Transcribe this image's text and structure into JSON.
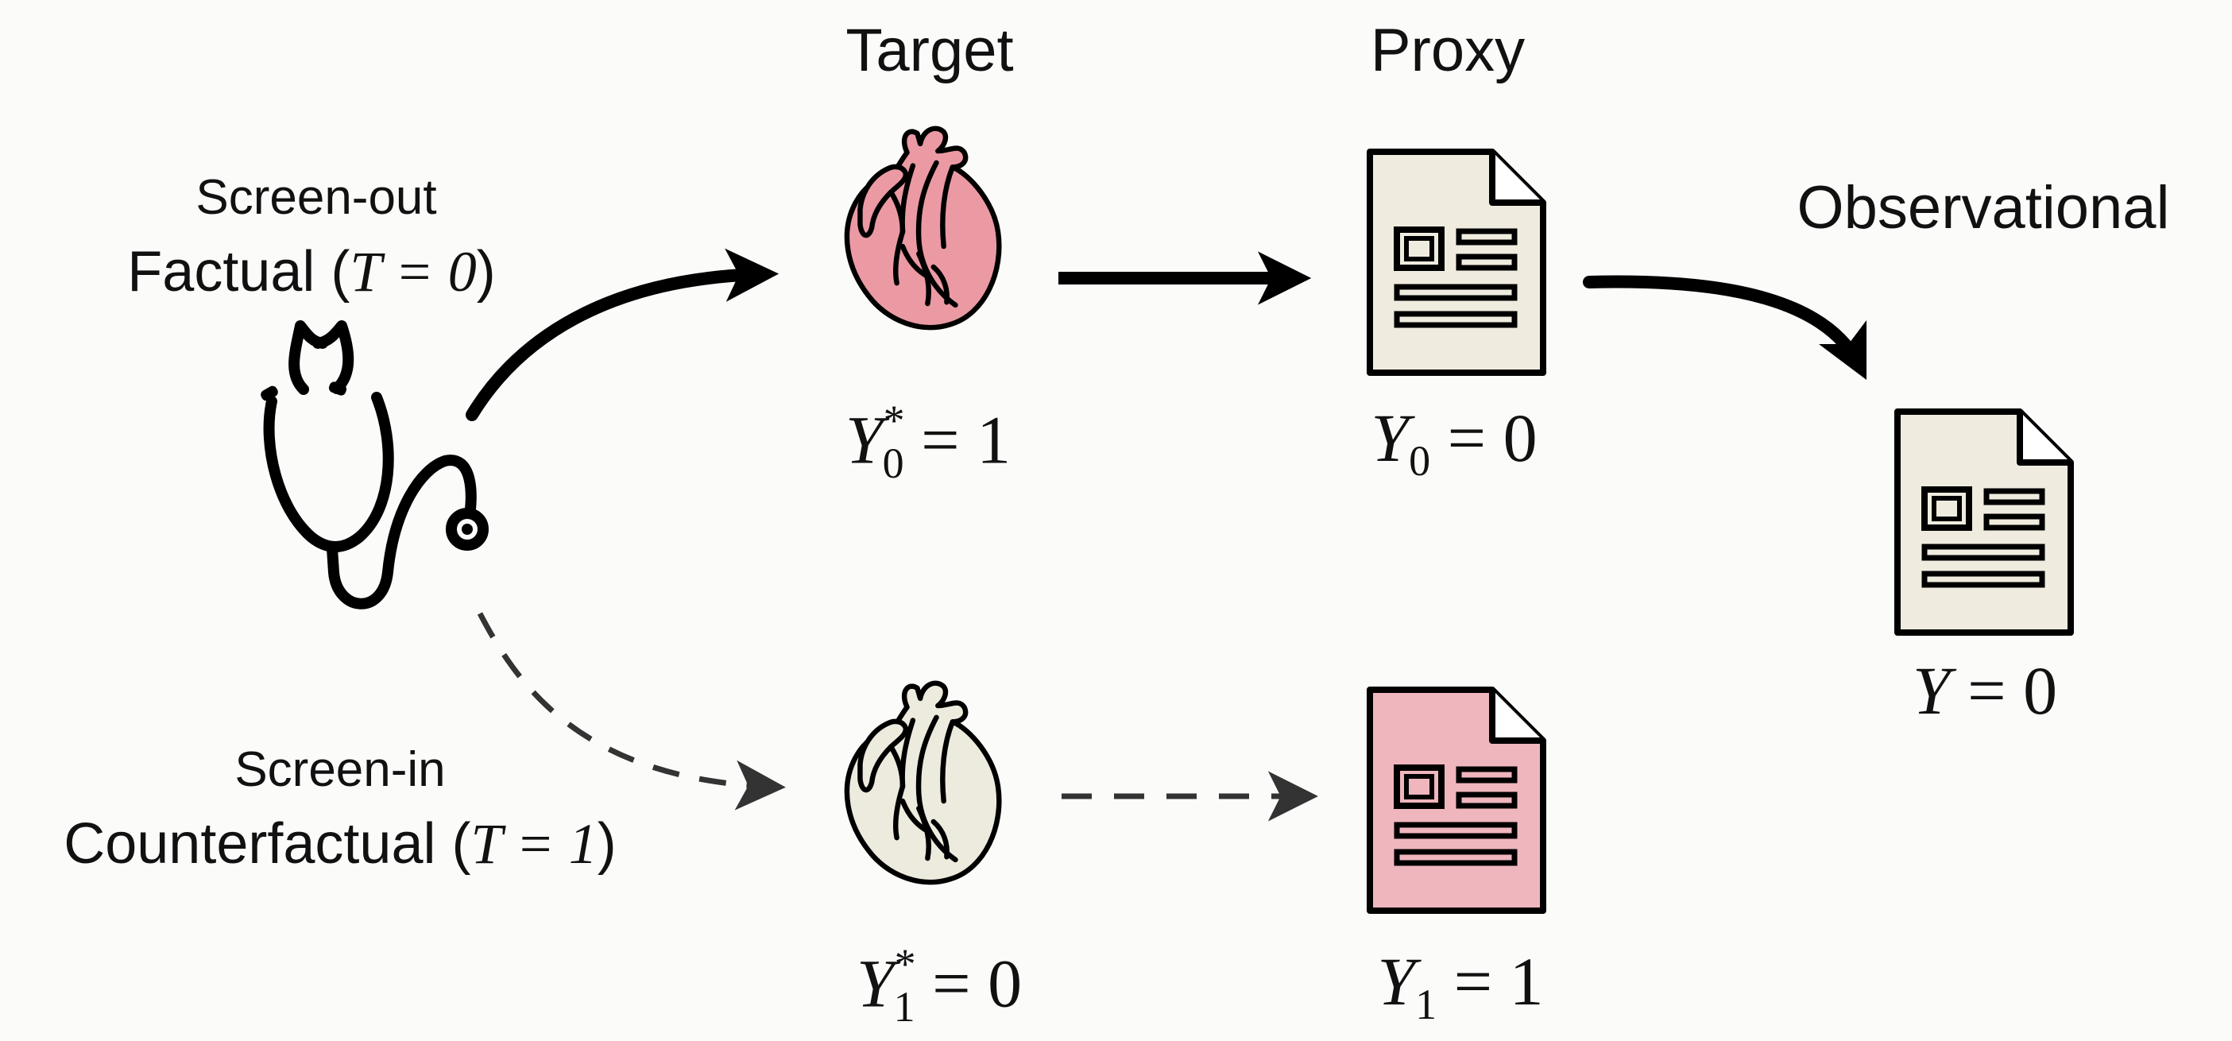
{
  "headers": {
    "target": "Target",
    "proxy": "Proxy",
    "observational": "Observational"
  },
  "factual": {
    "screen": "Screen-out",
    "label": "Factual",
    "t_value": "T = 0"
  },
  "counterfactual": {
    "screen": "Screen-in",
    "label": "Counterfactual",
    "t_value": "T = 1"
  },
  "equations": {
    "y0_star": {
      "var": "Y",
      "sub": "0",
      "sup": "*",
      "rhs": "= 1"
    },
    "y0": {
      "var": "Y",
      "sub": "0",
      "rhs": "= 0"
    },
    "y1_star": {
      "var": "Y",
      "sub": "1",
      "sup": "*",
      "rhs": "= 0"
    },
    "y1": {
      "var": "Y",
      "sub": "1",
      "rhs": "= 1"
    },
    "y_obs": {
      "var": "Y",
      "rhs": "= 0"
    }
  },
  "icons": [
    "stethoscope-icon",
    "heart-icon",
    "document-icon"
  ],
  "colors": {
    "heart_factual": "#eb9aa4",
    "heart_counterfactual": "#edeade",
    "doc_beige": "#efecdf",
    "doc_pink": "#f0b6bd",
    "stroke": "#000000",
    "dashed": "#333333"
  }
}
